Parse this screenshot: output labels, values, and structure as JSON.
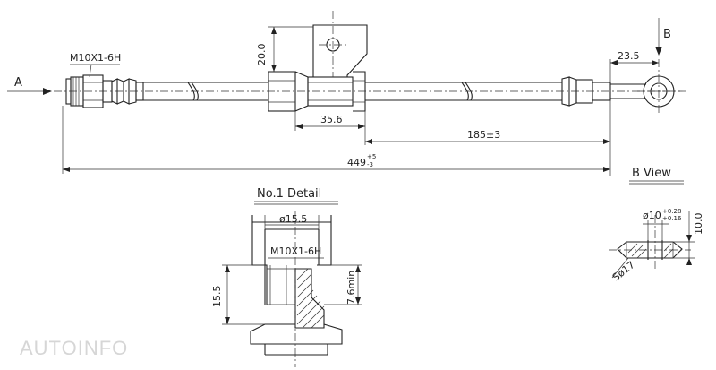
{
  "main_view": {
    "thread_label": "M10X1-6H",
    "dim_bracket_height": "20.0",
    "dim_bracket_width": "35.6",
    "dim_mid_length": "185±3",
    "dim_overall_base": "449",
    "dim_overall_tol_plus": "+5",
    "dim_overall_tol_minus": "-3",
    "dim_eye_offset": "23.5",
    "label_a": "A",
    "label_b": "B"
  },
  "detail": {
    "title": "No.1  Detail",
    "dia_label": "ø15.5",
    "thread_label": "M10X1-6H",
    "height_label": "15.5",
    "min_label": "7.6min"
  },
  "b_view": {
    "title": "B  View",
    "dia_base": "ø10",
    "dia_tol_plus": "+0.28",
    "dia_tol_minus": "+0.16",
    "height_label": "10.0",
    "sphere_label": "Sø17"
  },
  "watermark": "AUTOINFO",
  "colors": {
    "line": "#222222",
    "watermark": "#d6d6d6"
  }
}
